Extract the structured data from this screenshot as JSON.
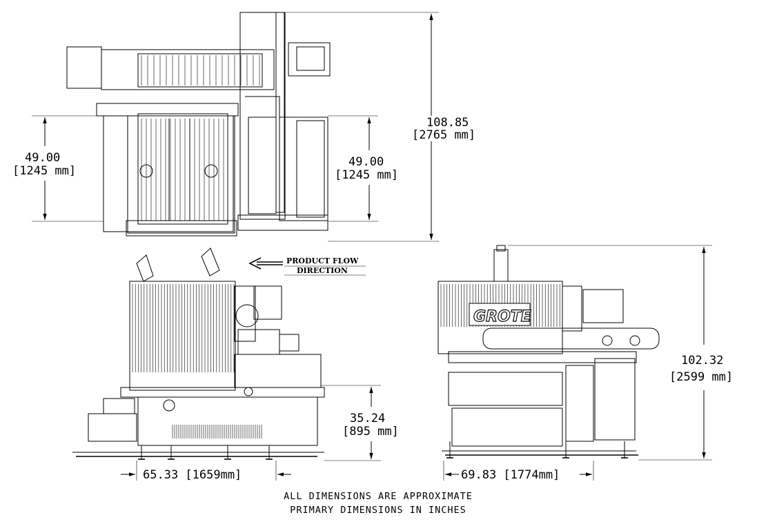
{
  "dimensions": {
    "top_overall_height": {
      "value": "108.85",
      "metric": "[2765 mm]"
    },
    "top_left_height": {
      "value": "49.00",
      "metric": "[1245 mm]"
    },
    "top_right_height": {
      "value": "49.00",
      "metric": "[1245 mm]"
    },
    "side_left_height": {
      "value": "35.24",
      "metric": "[895 mm]"
    },
    "side_right_height": {
      "value": "102.32",
      "metric": "[2599 mm]"
    },
    "side_left_width": {
      "text": "65.33 [1659mm]"
    },
    "side_right_width": {
      "text": "69.83 [1774mm]"
    }
  },
  "flow_label": {
    "line1": "PRODUCT FLOW",
    "line2": "DIRECTION"
  },
  "brand": "GROTE",
  "notes": {
    "line1": "ALL DIMENSIONS ARE APPROXIMATE",
    "line2": "PRIMARY DIMENSIONS IN INCHES"
  }
}
